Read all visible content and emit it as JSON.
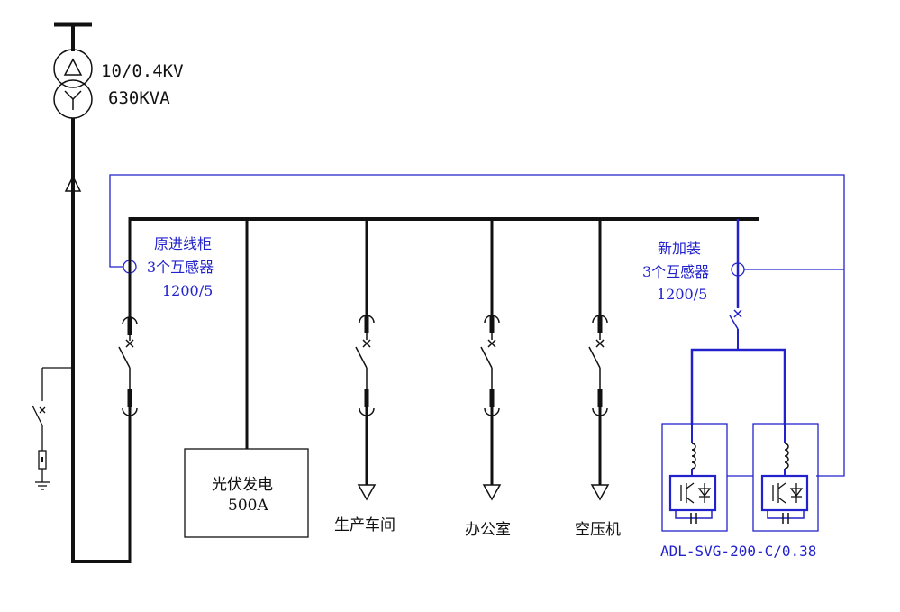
{
  "transformer": {
    "voltage": "10/0.4KV",
    "capacity": "630KVA"
  },
  "original_cabinet": {
    "line1": "原进线柜",
    "line2": "3个互感器",
    "line3": "1200/5"
  },
  "new_ct": {
    "line1": "新加装",
    "line2": "3个互感器",
    "line3": "1200/5"
  },
  "pv": {
    "line1": "光伏发电",
    "line2": "500A"
  },
  "loads": [
    {
      "label": "生产车间"
    },
    {
      "label": "办公室"
    },
    {
      "label": "空压机"
    }
  ],
  "svg_model": "ADL-SVG-200-C/0.38",
  "colors": {
    "line": "#111111",
    "accent": "#2222cc"
  }
}
